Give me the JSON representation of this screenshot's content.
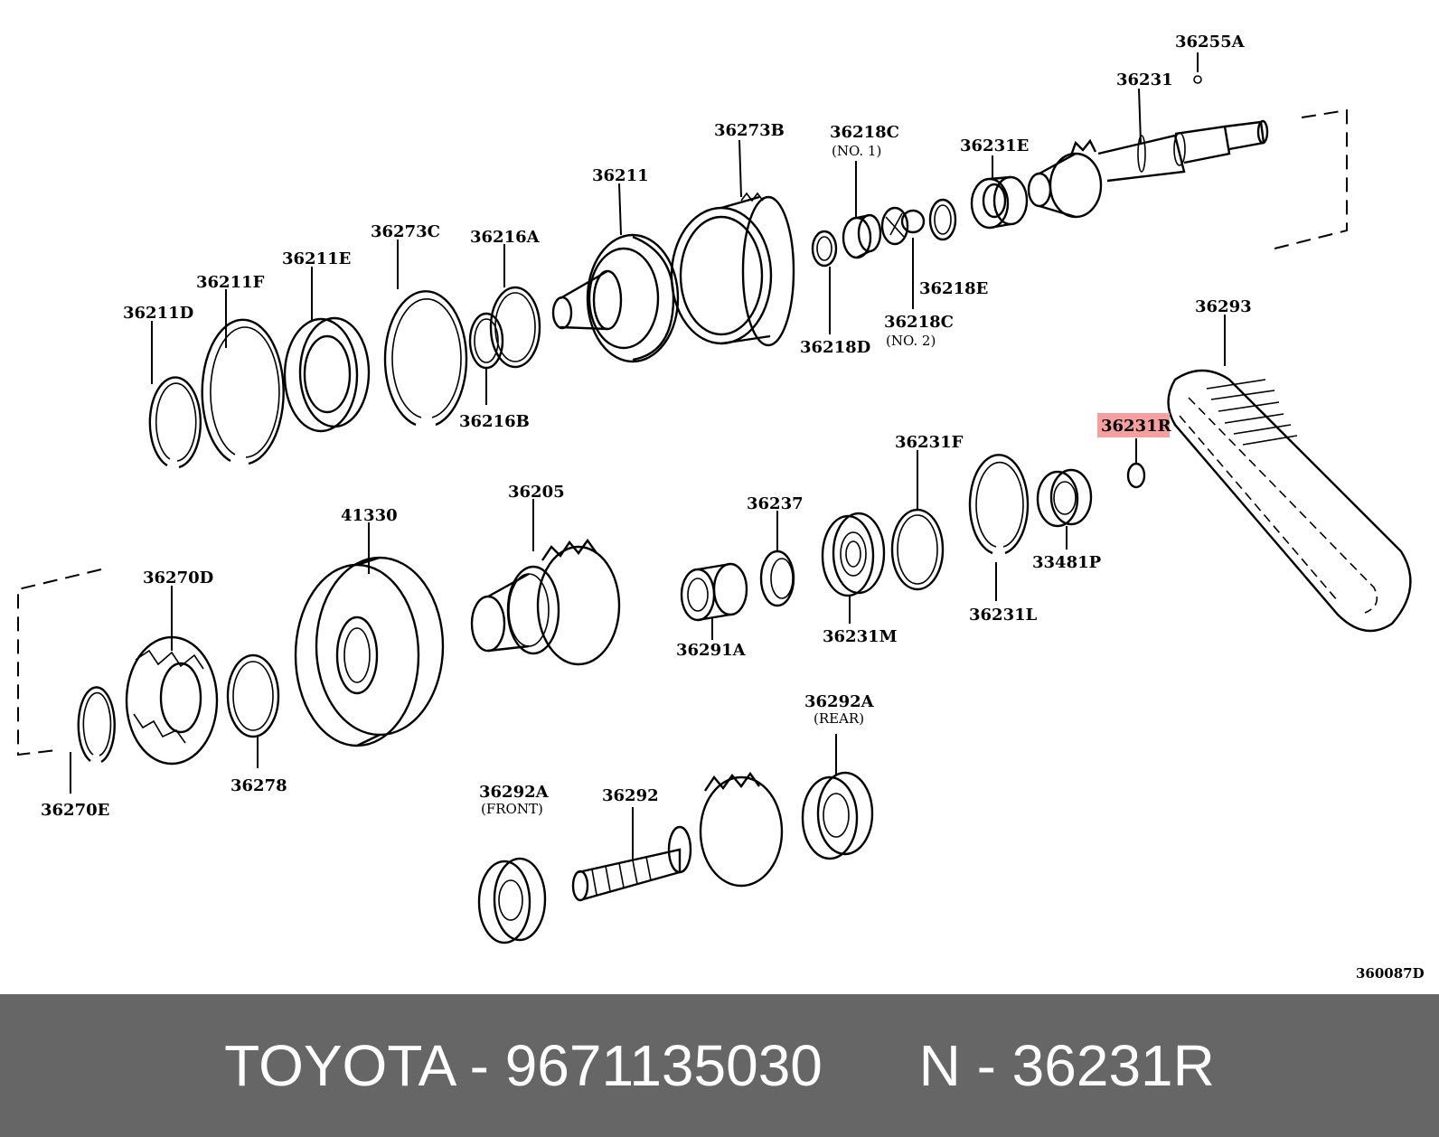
{
  "diagram_id": "360087D",
  "highlight_color": "#f4a0a0",
  "callouts": [
    {
      "label": "36255A"
    },
    {
      "label": "36231"
    },
    {
      "label": "36273B"
    },
    {
      "label": "36218C",
      "note": "(NO. 1)"
    },
    {
      "label": "36231E"
    },
    {
      "label": "36211"
    },
    {
      "label": "36273C"
    },
    {
      "label": "36216A"
    },
    {
      "label": "36211E"
    },
    {
      "label": "36211F"
    },
    {
      "label": "36211D"
    },
    {
      "label": "36218E"
    },
    {
      "label": "36218C",
      "note": "(NO. 2)"
    },
    {
      "label": "36218D"
    },
    {
      "label": "36216B"
    },
    {
      "label": "36293"
    },
    {
      "label": "36231R",
      "highlighted": true
    },
    {
      "label": "36231F"
    },
    {
      "label": "36205"
    },
    {
      "label": "41330"
    },
    {
      "label": "36237"
    },
    {
      "label": "36270D"
    },
    {
      "label": "33481P"
    },
    {
      "label": "36231L"
    },
    {
      "label": "36231M"
    },
    {
      "label": "36291A"
    },
    {
      "label": "36292A",
      "note": "(REAR)"
    },
    {
      "label": "36278"
    },
    {
      "label": "36270E"
    },
    {
      "label": "36292A",
      "note": "(FRONT)"
    },
    {
      "label": "36292"
    }
  ],
  "footer": {
    "brand": "TOYOTA",
    "part_number": "9671135030",
    "ref": "N - 36231R",
    "text": "TOYOTA - 9671135030      N - 36231R"
  }
}
